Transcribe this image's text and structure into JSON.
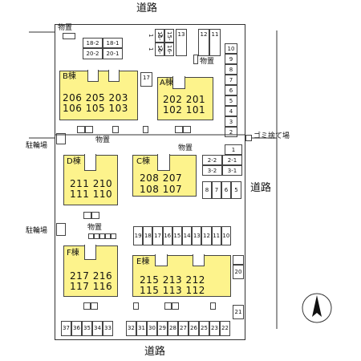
{
  "roads": {
    "top": "道路",
    "right": "道路",
    "bottom": "道路"
  },
  "labels": {
    "storage_top": "物置",
    "storage_a": "物置",
    "storage_mid_left": "物置",
    "storage_mid_right": "物置",
    "storage_lower": "物置",
    "bike_parking_1": "駐輪場",
    "bike_parking_2": "駐輪場",
    "garbage": "ゴミ捨て場"
  },
  "buildings": {
    "B": {
      "name": "B棟",
      "row1": "206 205 203",
      "row2": "106 105 103"
    },
    "A": {
      "name": "A棟",
      "row1": "202 201",
      "row2": "102 101"
    },
    "D": {
      "name": "D棟",
      "row1": "211 210",
      "row2": "111 110"
    },
    "C": {
      "name": "C棟",
      "row1": "208 207",
      "row2": "108 107"
    },
    "F": {
      "name": "F棟",
      "row1": "217 216",
      "row2": "117 116"
    },
    "E": {
      "name": "E棟",
      "row1": "215 213 212",
      "row2": "115 113 112"
    }
  },
  "parking": {
    "top_grid": [
      "18-2",
      "18-1",
      "20-2",
      "20-1"
    ],
    "top_vertical": [
      "15-1",
      "16-1",
      "15-2",
      "16-2",
      "13",
      "12",
      "11"
    ],
    "right_column": [
      "10",
      "9",
      "8",
      "7",
      "6",
      "5",
      "4",
      "3",
      "2",
      "1"
    ],
    "b_side": "17",
    "right_block_top": "1",
    "right_block_grid": [
      "2-2",
      "2-1",
      "3-2",
      "3-1"
    ],
    "right_block_row": [
      "8",
      "7",
      "6",
      "5"
    ],
    "middle_row": [
      "19",
      "18",
      "17",
      "16",
      "15",
      "14",
      "13",
      "12",
      "11",
      "10"
    ],
    "side_20": "20",
    "side_21": "21",
    "bottom_left": [
      "37",
      "36",
      "35",
      "34",
      "33"
    ],
    "bottom_right": [
      "32",
      "31",
      "30",
      "29",
      "28",
      "27",
      "26",
      "25",
      "23",
      "22"
    ]
  },
  "compass": {
    "north": "N"
  }
}
